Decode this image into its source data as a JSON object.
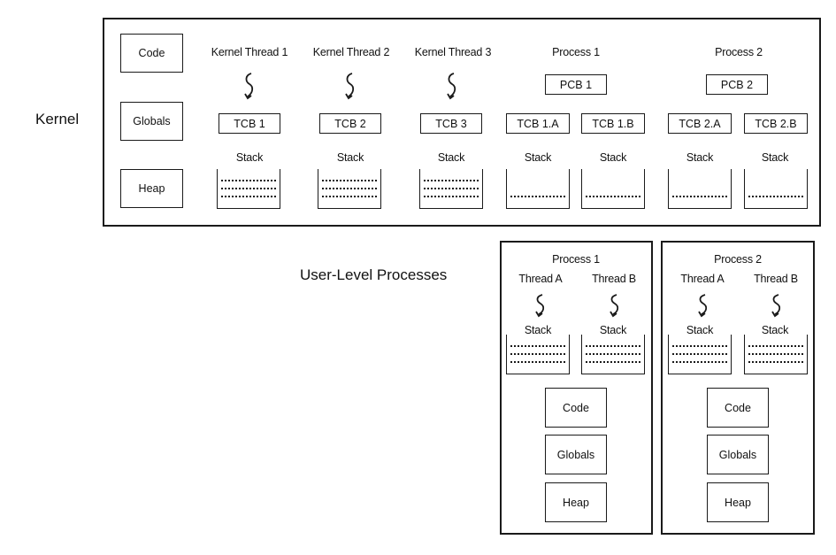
{
  "kernel": {
    "label": "Kernel",
    "segments": {
      "code": "Code",
      "globals": "Globals",
      "heap": "Heap"
    },
    "kernel_threads": [
      {
        "title": "Kernel Thread 1",
        "tcb": "TCB 1",
        "stack": "Stack"
      },
      {
        "title": "Kernel Thread 2",
        "tcb": "TCB 2",
        "stack": "Stack"
      },
      {
        "title": "Kernel Thread 3",
        "tcb": "TCB 3",
        "stack": "Stack"
      }
    ],
    "processes": [
      {
        "title": "Process 1",
        "pcb": "PCB 1",
        "threads": [
          {
            "tcb": "TCB 1.A",
            "stack": "Stack"
          },
          {
            "tcb": "TCB 1.B",
            "stack": "Stack"
          }
        ]
      },
      {
        "title": "Process 2",
        "pcb": "PCB 2",
        "threads": [
          {
            "tcb": "TCB 2.A",
            "stack": "Stack"
          },
          {
            "tcb": "TCB 2.B",
            "stack": "Stack"
          }
        ]
      }
    ]
  },
  "user": {
    "label": "User-Level Processes",
    "processes": [
      {
        "title": "Process 1",
        "threads": [
          {
            "name": "Thread A",
            "stack": "Stack"
          },
          {
            "name": "Thread B",
            "stack": "Stack"
          }
        ],
        "segments": {
          "code": "Code",
          "globals": "Globals",
          "heap": "Heap"
        }
      },
      {
        "title": "Process 2",
        "threads": [
          {
            "name": "Thread A",
            "stack": "Stack"
          },
          {
            "name": "Thread B",
            "stack": "Stack"
          }
        ],
        "segments": {
          "code": "Code",
          "globals": "Globals",
          "heap": "Heap"
        }
      }
    ]
  }
}
